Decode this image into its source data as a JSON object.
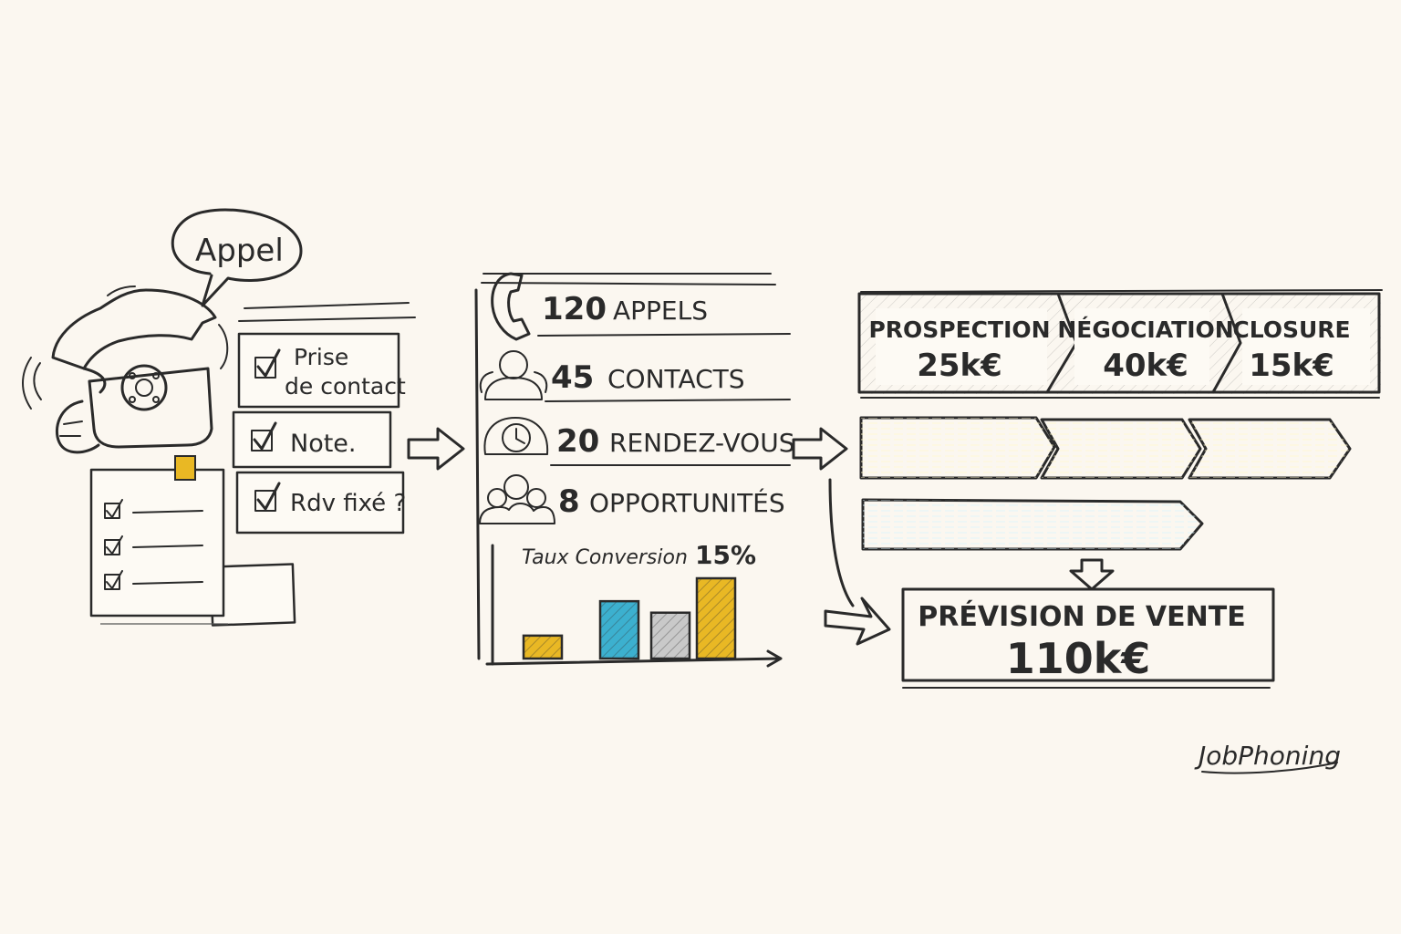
{
  "bubble": {
    "label": "Appel"
  },
  "checklist": [
    {
      "label": "Prise",
      "label2": "de contact"
    },
    {
      "label": "Note."
    },
    {
      "label": "Rdv fixé ?"
    }
  ],
  "kpis": [
    {
      "number": "120",
      "label": "APPELS",
      "icon": "phone-icon"
    },
    {
      "number": "45",
      "label": "CONTACTS",
      "icon": "person-icon"
    },
    {
      "number": "20",
      "label": "RENDEZ-VOUS",
      "icon": "clock-icon"
    },
    {
      "number": "8",
      "label": "OPPORTUNITÉS",
      "icon": "group-icon"
    }
  ],
  "conversion": {
    "label": "Taux Conversion",
    "value": "15%"
  },
  "chart_data": {
    "type": "bar",
    "values": [
      2,
      5,
      4,
      7
    ],
    "colors": [
      "#e9b824",
      "#3cb0cf",
      "#c9c9c9",
      "#e9b824"
    ],
    "title": "Taux Conversion 15%"
  },
  "stages": [
    {
      "name": "PROSPECTION",
      "value": "25k€"
    },
    {
      "name": "NÉGOCIATION",
      "value": "40k€"
    },
    {
      "name": "CLOSURE",
      "value": "15k€"
    }
  ],
  "forecast": {
    "label": "PRÉVISION DE VENTE",
    "value": "110k€"
  },
  "brand": {
    "name": "JobPhoning"
  },
  "colors": {
    "yellow": "#f2c12e",
    "blue": "#4fb8d6",
    "ink": "#2a2a2a",
    "background": "#fbf7f0"
  }
}
